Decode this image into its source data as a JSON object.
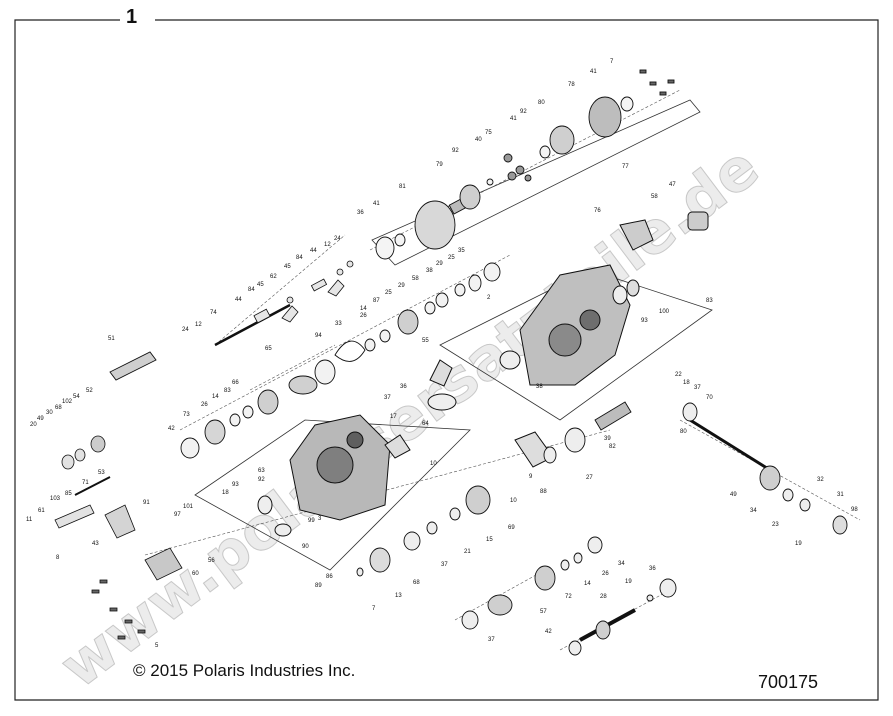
{
  "header": {
    "item_number": "1"
  },
  "footer": {
    "copyright": "© 2015 Polaris Industries Inc.",
    "document_number": "700175"
  },
  "watermark": {
    "text": "www.polarisersatzteile.de"
  },
  "assemblies": [
    {
      "group": "upper-shaft-row",
      "callouts": [
        "7",
        "41",
        "78",
        "80",
        "92",
        "41",
        "75",
        "40",
        "79",
        "92",
        "81",
        "77",
        "36",
        "41",
        "24",
        "12",
        "44",
        "84",
        "45",
        "62",
        "45",
        "44",
        "74",
        "84",
        "12",
        "24"
      ]
    },
    {
      "group": "middle-shaft-row",
      "callouts": [
        "35",
        "25",
        "29",
        "38",
        "58",
        "29",
        "87",
        "25",
        "14",
        "26",
        "33",
        "94",
        "51",
        "55",
        "65",
        "66",
        "83",
        "26",
        "14",
        "73",
        "42",
        "36",
        "17",
        "37",
        "64",
        "10",
        "58",
        "47",
        "76",
        "2",
        "83",
        "100",
        "93",
        "38"
      ]
    },
    {
      "group": "lower-left-row",
      "callouts": [
        "20",
        "49",
        "30",
        "68",
        "102",
        "54",
        "52",
        "53",
        "71",
        "85",
        "103",
        "61",
        "11",
        "8",
        "43",
        "91",
        "97",
        "101",
        "18",
        "93",
        "92",
        "63",
        "3",
        "5",
        "90",
        "99",
        "60",
        "56",
        "88",
        "9",
        "10",
        "69",
        "15",
        "21",
        "37",
        "68",
        "13",
        "7",
        "89",
        "86",
        "82",
        "27",
        "39",
        "22",
        "18",
        "37",
        "70",
        "80",
        "49",
        "32",
        "34",
        "31",
        "23",
        "19",
        "98"
      ]
    },
    {
      "group": "lower-right-row",
      "callouts": [
        "72",
        "14",
        "26",
        "34",
        "19",
        "36",
        "28",
        "57",
        "37",
        "42"
      ]
    }
  ]
}
